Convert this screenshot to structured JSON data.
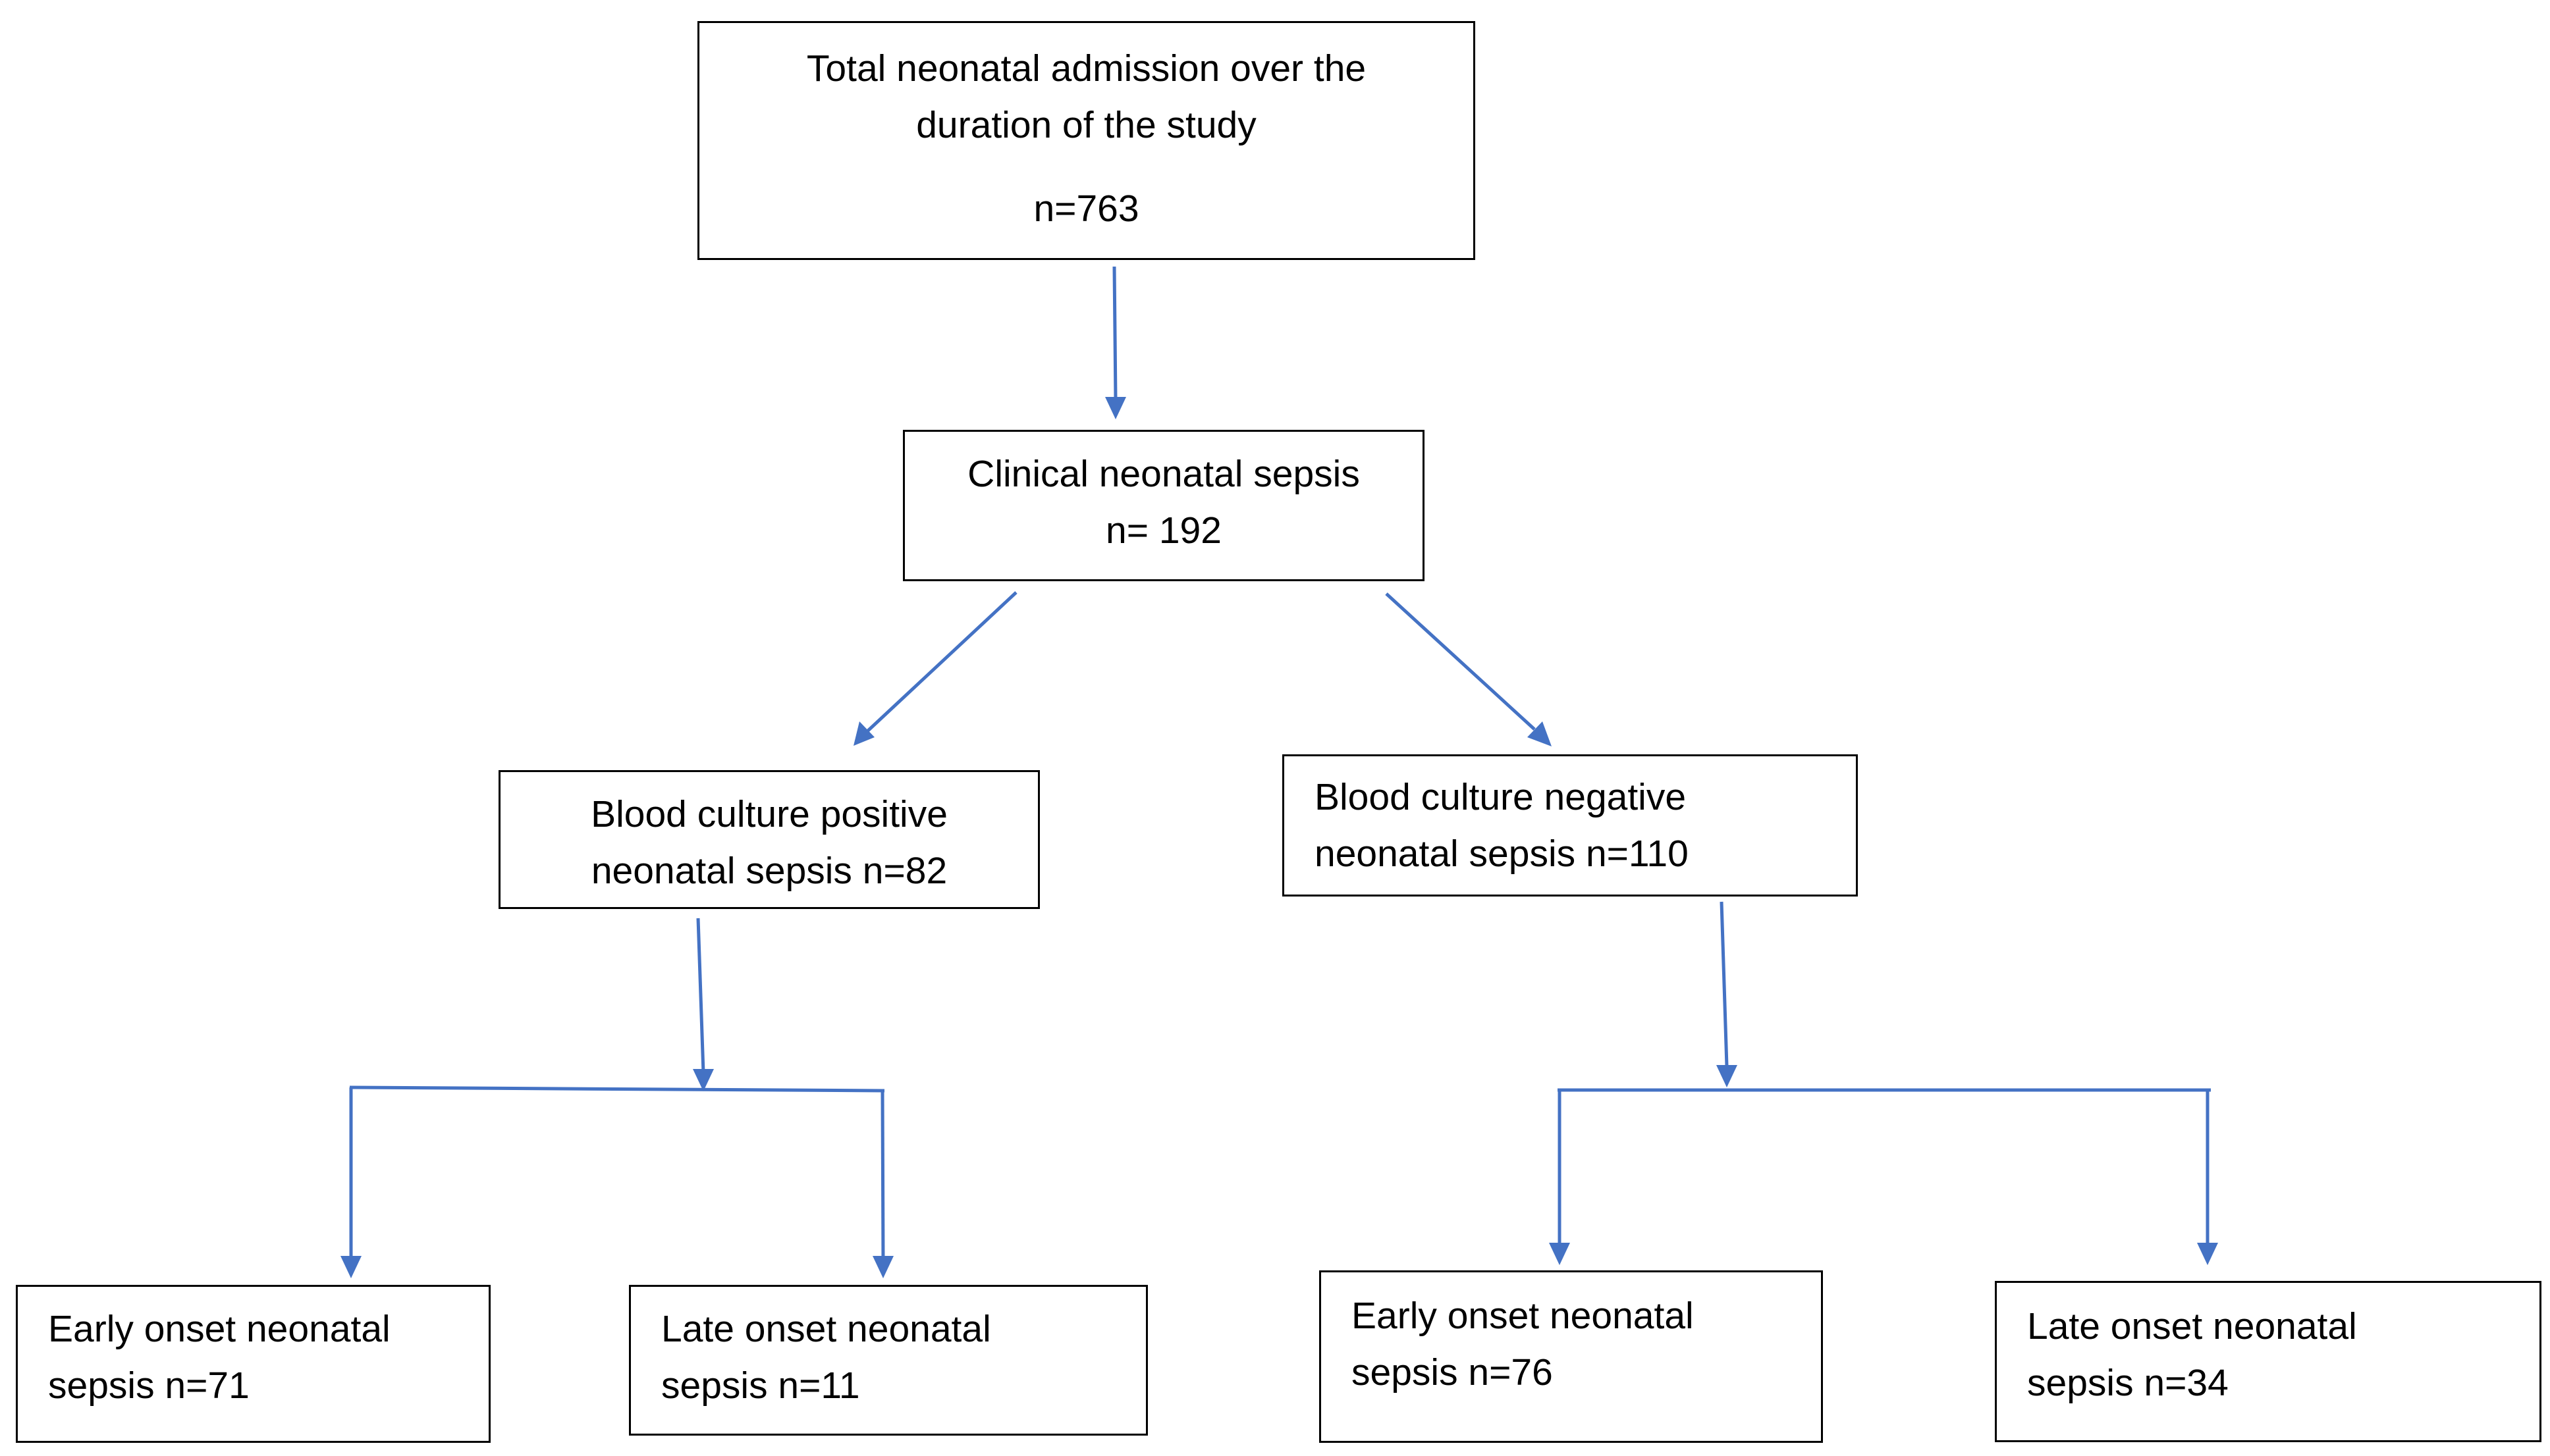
{
  "diagram": {
    "line_color": "#4472C4",
    "box_border_color": "#000000",
    "nodes": {
      "total_admission": {
        "line1": "Total neonatal admission over the",
        "line2": "duration of the study",
        "count": "n=763"
      },
      "clinical_sepsis": {
        "line1": "Clinical neonatal sepsis",
        "count": "n= 192"
      },
      "culture_positive": {
        "line1": "Blood culture positive",
        "line2": "neonatal sepsis n=82"
      },
      "culture_negative": {
        "line1": "Blood culture negative",
        "line2": "neonatal sepsis n=110"
      },
      "early_onset_positive": {
        "line1": "Early onset neonatal",
        "line2": "sepsis n=71"
      },
      "late_onset_positive": {
        "line1": "Late onset neonatal",
        "line2": "sepsis n=11"
      },
      "early_onset_negative": {
        "line1": "Early onset neonatal",
        "line2": "sepsis n=76"
      },
      "late_onset_negative": {
        "line1": "Late onset neonatal",
        "line2": "sepsis n=34"
      }
    }
  }
}
